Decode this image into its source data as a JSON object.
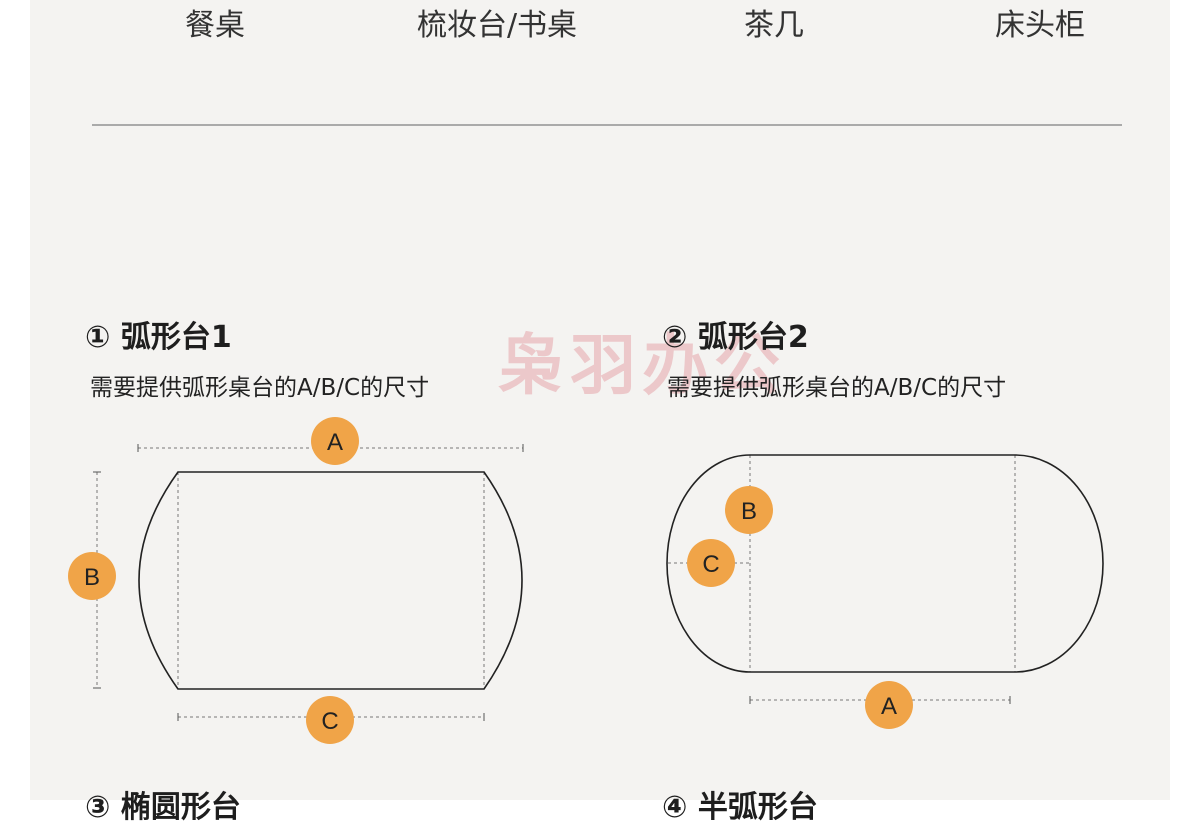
{
  "categories": [
    "餐桌",
    "梳妆台/书桌",
    "茶几",
    "床头柜"
  ],
  "sections": [
    {
      "title": "① 弧形台1",
      "subtitle": "需要提供弧形桌台的A/B/C的尺寸"
    },
    {
      "title": "② 弧形台2",
      "subtitle": "需要提供弧形桌台的A/B/C的尺寸"
    },
    {
      "title": "③ 椭圆形台"
    },
    {
      "title": "④ 半弧形台"
    }
  ],
  "labels": {
    "a": "A",
    "b": "B",
    "c": "C"
  },
  "watermark": "枭羽办公",
  "colors": {
    "badge": "#f0a448",
    "background": "#f4f3f1"
  }
}
